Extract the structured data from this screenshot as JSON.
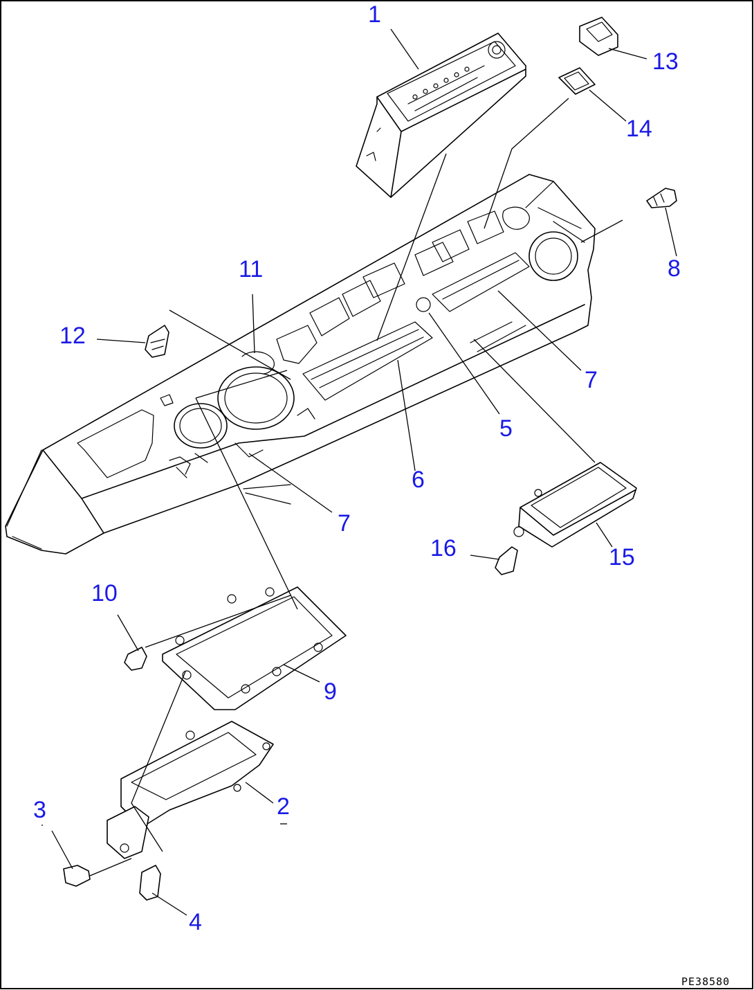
{
  "drawing_code": "PE38580",
  "callouts": [
    {
      "id": "c1",
      "label": "1"
    },
    {
      "id": "c2",
      "label": "2"
    },
    {
      "id": "c3",
      "label": "3"
    },
    {
      "id": "c4",
      "label": "4"
    },
    {
      "id": "c5",
      "label": "5"
    },
    {
      "id": "c6",
      "label": "6"
    },
    {
      "id": "c7a",
      "label": "7"
    },
    {
      "id": "c7b",
      "label": "7"
    },
    {
      "id": "c8",
      "label": "8"
    },
    {
      "id": "c9",
      "label": "9"
    },
    {
      "id": "c10",
      "label": "10"
    },
    {
      "id": "c11",
      "label": "11"
    },
    {
      "id": "c12",
      "label": "12"
    },
    {
      "id": "c13",
      "label": "13"
    },
    {
      "id": "c14",
      "label": "14"
    },
    {
      "id": "c15",
      "label": "15"
    },
    {
      "id": "c16",
      "label": "16"
    }
  ]
}
